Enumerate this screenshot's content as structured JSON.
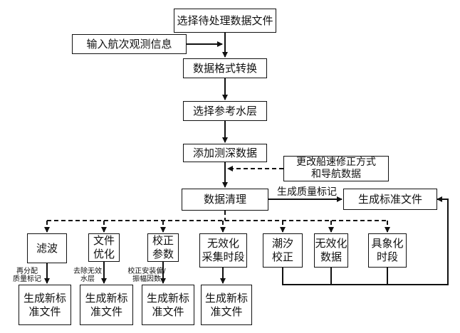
{
  "boxes": {
    "select_file": "选择待处理数据文件",
    "input_obs": "输入航次观测信息",
    "format_convert": "数据格式转换",
    "select_ref": "选择参考水层",
    "add_sounding": "添加测深数据",
    "change_speed": "更改船速修正方式\n和导航数据",
    "data_clean": "数据清理",
    "gen_std": "生成标准文件",
    "filter": "滤波",
    "file_opt": "文件\n优化",
    "calib": "校正\n参数",
    "invalid_period": "无效化\n采集时段",
    "tide": "潮汐\n校正",
    "invalid_data": "无效化\n数据",
    "concrete_period": "具象化\n时段",
    "new_file_1": "生成新标\n准文件",
    "new_file_2": "生成新标\n准文件",
    "new_file_3": "生成新标\n准文件",
    "new_file_4": "生成新标\n准文件"
  },
  "labels": {
    "quality_flag": "生成质量标记",
    "reassign": "再分配\n质量标记",
    "remove_invalid": "去除无效\n水层",
    "calib_install": "校正安装偏/\n振幅因数"
  }
}
